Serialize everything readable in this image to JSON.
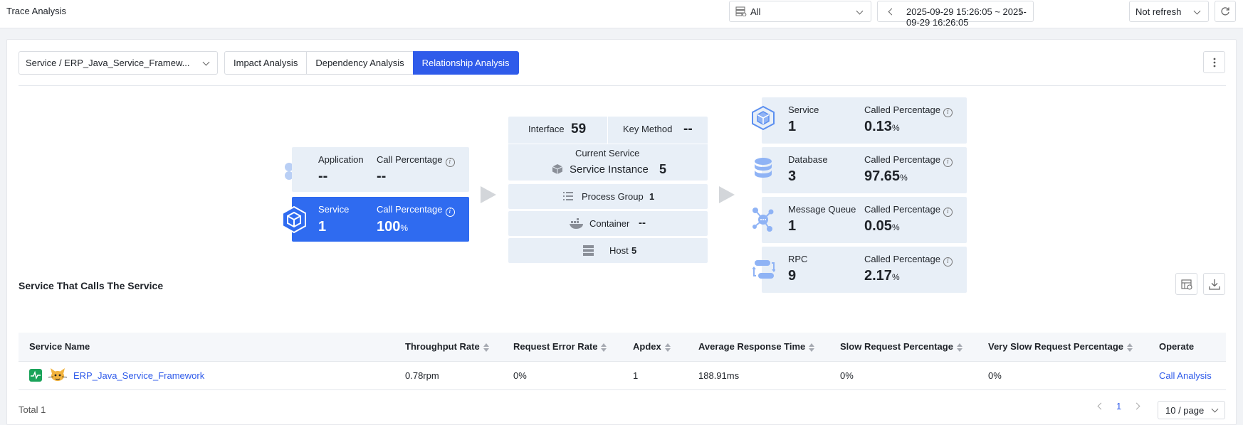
{
  "header": {
    "title": "Trace Analysis",
    "env_select": "All",
    "time_range": "2025-09-29 15:26:05 ~ 2025-09-29 16:26:05",
    "refresh_select": "Not refresh"
  },
  "toolbar": {
    "scope_select": "Service / ERP_Java_Service_Framew...",
    "tabs": [
      "Impact Analysis",
      "Dependency Analysis",
      "Relationship Analysis"
    ],
    "active_tab": "Relationship Analysis"
  },
  "upstream": {
    "application": {
      "label": "Application",
      "pct_label": "Call Percentage",
      "count": "--",
      "pct": "--"
    },
    "service": {
      "label": "Service",
      "pct_label": "Call Percentage",
      "count": "1",
      "pct": "100",
      "pct_unit": "%"
    }
  },
  "current": {
    "interface_label": "Interface",
    "interface_value": "59",
    "key_method_label": "Key Method",
    "key_method_value": "--",
    "current_service_label": "Current Service",
    "instance_label": "Service Instance",
    "instance_value": "5",
    "process_group_label": "Process Group",
    "process_group_value": "1",
    "container_label": "Container",
    "container_value": "--",
    "host_label": "Host",
    "host_value": "5"
  },
  "downstream": {
    "pct_label": "Called Percentage",
    "pct_unit": "%",
    "items": [
      {
        "label": "Service",
        "count": "1",
        "pct": "0.13",
        "icon": "cube-icon"
      },
      {
        "label": "Database",
        "count": "3",
        "pct": "97.65",
        "icon": "database-icon"
      },
      {
        "label": "Message Queue",
        "count": "1",
        "pct": "0.05",
        "icon": "message-queue-icon"
      },
      {
        "label": "RPC",
        "count": "9",
        "pct": "2.17",
        "icon": "rpc-icon"
      }
    ]
  },
  "callers": {
    "title": "Service That Calls The Service",
    "columns": [
      "Service Name",
      "Throughput Rate",
      "Request Error Rate",
      "Apdex",
      "Average Response Time",
      "Slow Request Percentage",
      "Very Slow Request Percentage",
      "Operate"
    ],
    "rows": [
      {
        "name": "ERP_Java_Service_Framework",
        "throughput": "0.78rpm",
        "error_rate": "0%",
        "apdex": "1",
        "avg_response": "188.91ms",
        "slow_pct": "0%",
        "very_slow_pct": "0%",
        "operate": "Call Analysis"
      }
    ],
    "total": "Total 1",
    "page": "1",
    "page_size": "10 / page"
  },
  "colors": {
    "accent": "#2f5bea",
    "card_bg": "#e8eff7",
    "icon_blue": "#5b8ff0"
  }
}
